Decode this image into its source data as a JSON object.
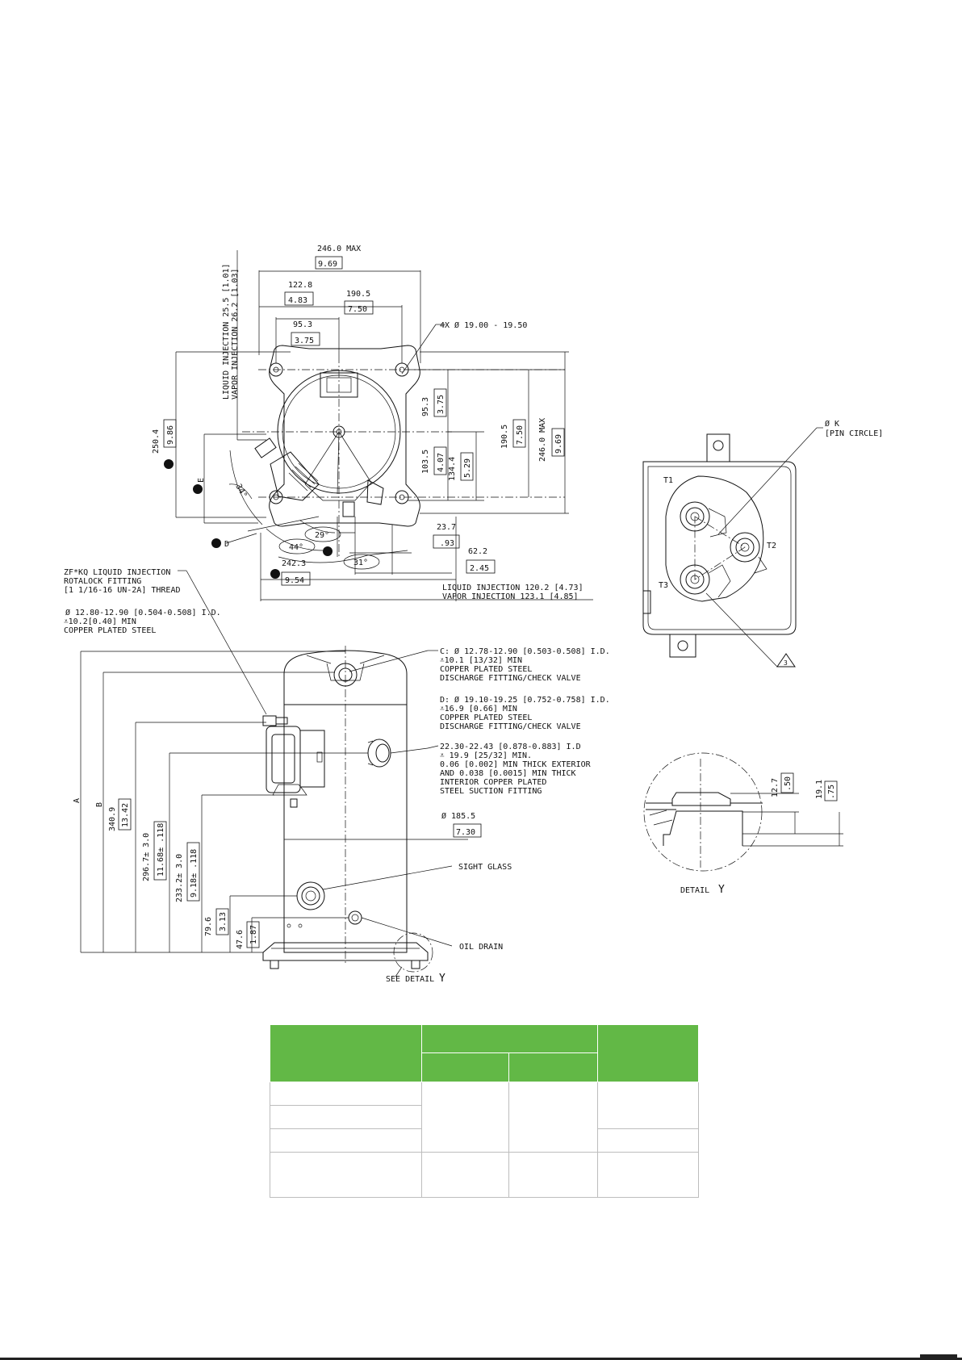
{
  "top_view": {
    "overall_width": "246.0 MAX",
    "overall_width_in": "9.69",
    "dim_122_8": "122.8",
    "dim_122_8_in": "4.83",
    "dim_190_5": "190.5",
    "dim_190_5_in": "7.50",
    "dim_95_3": "95.3",
    "dim_95_3_in": "3.75",
    "holes": "4X Ø 19.00 - 19.50",
    "rot_line1": "LIQUID INJECTION 25.5 [1.01]",
    "rot_line2": "VAPOR INJECTION 26.2 [1.03]",
    "dim_250_4": "250.4",
    "dim_250_4_in": "9.86",
    "right_95_3": "95.3",
    "right_95_3_in": "3.75",
    "right_103_5": "103.5",
    "right_103_5_in": "4.07",
    "right_134_4": "134.4",
    "right_134_4_in": "5.29",
    "right_190_5": "190.5",
    "right_190_5_in": "7.50",
    "right_246_0": "246.0 MAX",
    "right_246_0_in": "9.69",
    "angle_34": "34°",
    "angle_29": "29°",
    "angle_44": "44°",
    "angle_31": "31°",
    "dim_23_7": "23.7",
    "dim_23_7_in": ".93",
    "dim_62_2": "62.2",
    "dim_62_2_in": "2.45",
    "dim_242_3": "242.3",
    "dim_242_3_in": "9.54",
    "bottom_line1": "LIQUID INJECTION 120.2 [4.73]",
    "bottom_line2": "VAPOR INJECTION 123.1 [4.85]",
    "label_e": "E",
    "label_d": "D"
  },
  "side_view": {
    "zf_note": [
      "ZF*KQ LIQUID INJECTION",
      "ROTALOCK FITTING",
      "[1 1/16-16 UN-2A] THREAD"
    ],
    "inj_note": [
      "Ø 12.80-12.90 [0.504-0.508] I.D.",
      "⩡10.2[0.40] MIN",
      "COPPER PLATED STEEL"
    ],
    "c_note": [
      "C: Ø 12.78-12.90 [0.503-0.508] I.D.",
      "⩡10.1 [13/32] MIN",
      "COPPER PLATED STEEL",
      "DISCHARGE FITTING/CHECK VALVE"
    ],
    "d_note": [
      "D: Ø 19.10-19.25 [0.752-0.758] I.D.",
      "⩡16.9 [0.66] MIN",
      "COPPER PLATED STEEL",
      "DISCHARGE FITTING/CHECK VALVE"
    ],
    "suction_note": [
      "22.30-22.43 [0.878-0.883] I.D",
      "⩡ 19.9 [25/32] MIN.",
      "0.06 [0.002] MIN THICK EXTERIOR",
      "AND 0.038 [0.0015] MIN THICK",
      "INTERIOR COPPER PLATED",
      "STEEL SUCTION FITTING"
    ],
    "diameter": "Ø 185.5",
    "diameter_in": "7.30",
    "sight_glass": "SIGHT GLASS",
    "oil_drain": "OIL DRAIN",
    "see_detail": "SEE DETAIL",
    "see_detail_y": "Y",
    "label_a": "A",
    "label_b": "B",
    "dim_340_9": "340.9",
    "dim_340_9_in": "13.42",
    "dim_296_7": "296.7± 3.0",
    "dim_296_7_in": "11.68± .118",
    "dim_233_2": "233.2± 3.0",
    "dim_233_2_in": "9.18± .118",
    "dim_79_6": "79.6",
    "dim_79_6_in": "3.13",
    "dim_47_6": "47.6",
    "dim_47_6_in": "1.87"
  },
  "terminal_box": {
    "k_label": "Ø K",
    "k_note": "[PIN CIRCLE]",
    "t1": "T1",
    "t2": "T2",
    "t3": "T3",
    "triangle": "3"
  },
  "detail_y": {
    "caption": "DETAIL",
    "caption_letter": "Y",
    "dim_12_7": "12.7",
    "dim_12_7_in": ".50",
    "dim_19_1": "19.1",
    "dim_19_1_in": ".75"
  },
  "colors": {
    "table_header": "#62b846",
    "line": "#111111"
  }
}
